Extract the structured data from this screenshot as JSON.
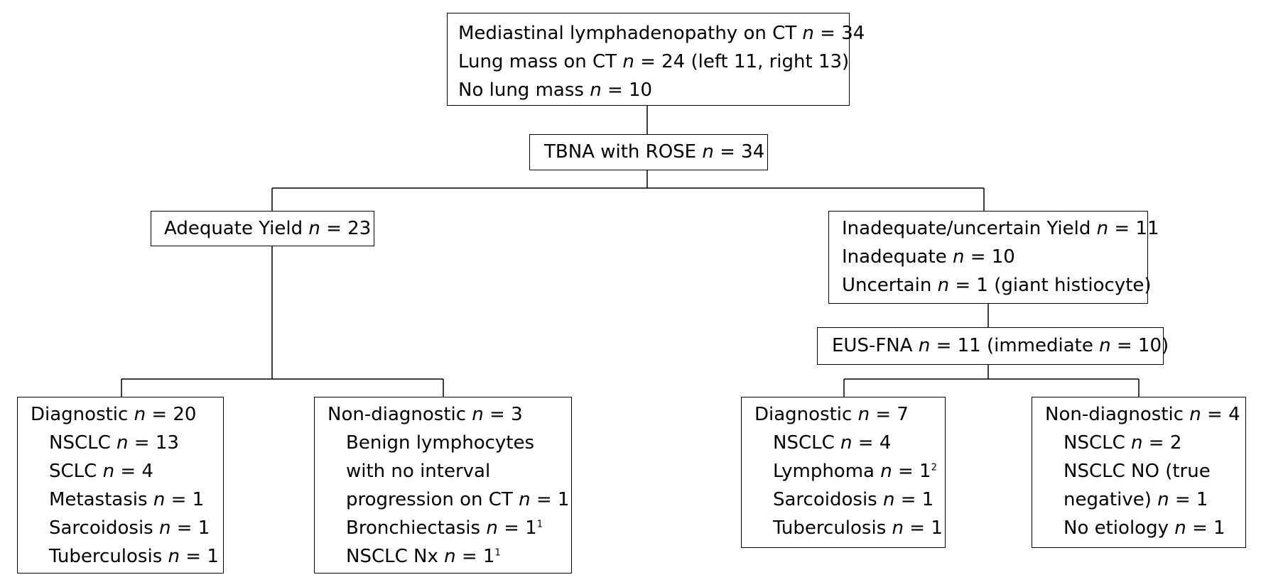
{
  "top_box": {
    "line1_text": "Mediastinal lymphadenopathy on CT",
    "line1_n": "n",
    "line1_val": "= 34",
    "line2_text": "Lung mass on CT",
    "line2_n": "n",
    "line2_val": "= 24 (left 11, right 13)",
    "line3_text": "No lung mass",
    "line3_n": "n",
    "line3_val": "= 10"
  },
  "tbna_box": {
    "text": "TBNA with ROSE",
    "n": "n",
    "val": "= 34"
  },
  "adequate_box": {
    "text": "Adequate Yield",
    "n": "n",
    "val": "= 23"
  },
  "inadequate_box": {
    "line1_text": "Inadequate/uncertain Yield",
    "line1_n": "n",
    "line1_val": "= 11",
    "line2_text": "Inadequate",
    "line2_n": "n",
    "line2_val": "= 10",
    "line3_text": "Uncertain",
    "line3_n": "n",
    "line3_val": "= 1 (giant histiocyte)"
  },
  "eus_box": {
    "text": "EUS-FNA",
    "n1": "n",
    "val1": "= 11 (immediate",
    "n2": "n",
    "val2": "= 10)"
  },
  "diag_left": {
    "title_text": "Diagnostic",
    "title_n": "n",
    "title_val": "= 20",
    "items": [
      {
        "label": "NSCLC",
        "n": "n",
        "val": "= 13"
      },
      {
        "label": "SCLC",
        "n": "n",
        "val": "= 4"
      },
      {
        "label": "Metastasis",
        "n": "n",
        "val": "= 1"
      },
      {
        "label": "Sarcoidosis",
        "n": "n",
        "val": "= 1"
      },
      {
        "label": "Tuberculosis",
        "n": "n",
        "val": "= 1"
      }
    ]
  },
  "nondiag_left": {
    "title_text": "Non-diagnostic",
    "title_n": "n",
    "title_val": "= 3",
    "item1_line1": "Benign lymphocytes",
    "item1_line2": "with no interval",
    "item1_line3_text": "progression on CT",
    "item1_line3_n": "n",
    "item1_line3_val": "= 1",
    "item2_text": "Bronchiectasis",
    "item2_n": "n",
    "item2_val": "= 1",
    "item2_sup": "1",
    "item3_text": "NSCLC Nx",
    "item3_n": "n",
    "item3_val": "= 1",
    "item3_sup": "1"
  },
  "diag_right": {
    "title_text": "Diagnostic",
    "title_n": "n",
    "title_val": "= 7",
    "items": [
      {
        "label": "NSCLC",
        "n": "n",
        "val": "= 4",
        "sup": ""
      },
      {
        "label": "Lymphoma",
        "n": "n",
        "val": "= 1",
        "sup": "2"
      },
      {
        "label": "Sarcoidosis",
        "n": "n",
        "val": "= 1",
        "sup": ""
      },
      {
        "label": "Tuberculosis",
        "n": "n",
        "val": "= 1",
        "sup": ""
      }
    ]
  },
  "nondiag_right": {
    "title_text": "Non-diagnostic",
    "title_n": "n",
    "title_val": "= 4",
    "item1_text": "NSCLC",
    "item1_n": "n",
    "item1_val": "= 2",
    "item2_line1": "NSCLC NO (true",
    "item2_line2_text": "negative)",
    "item2_line2_n": "n",
    "item2_line2_val": "= 1",
    "item3_text": "No etiology",
    "item3_n": "n",
    "item3_val": "= 1"
  }
}
